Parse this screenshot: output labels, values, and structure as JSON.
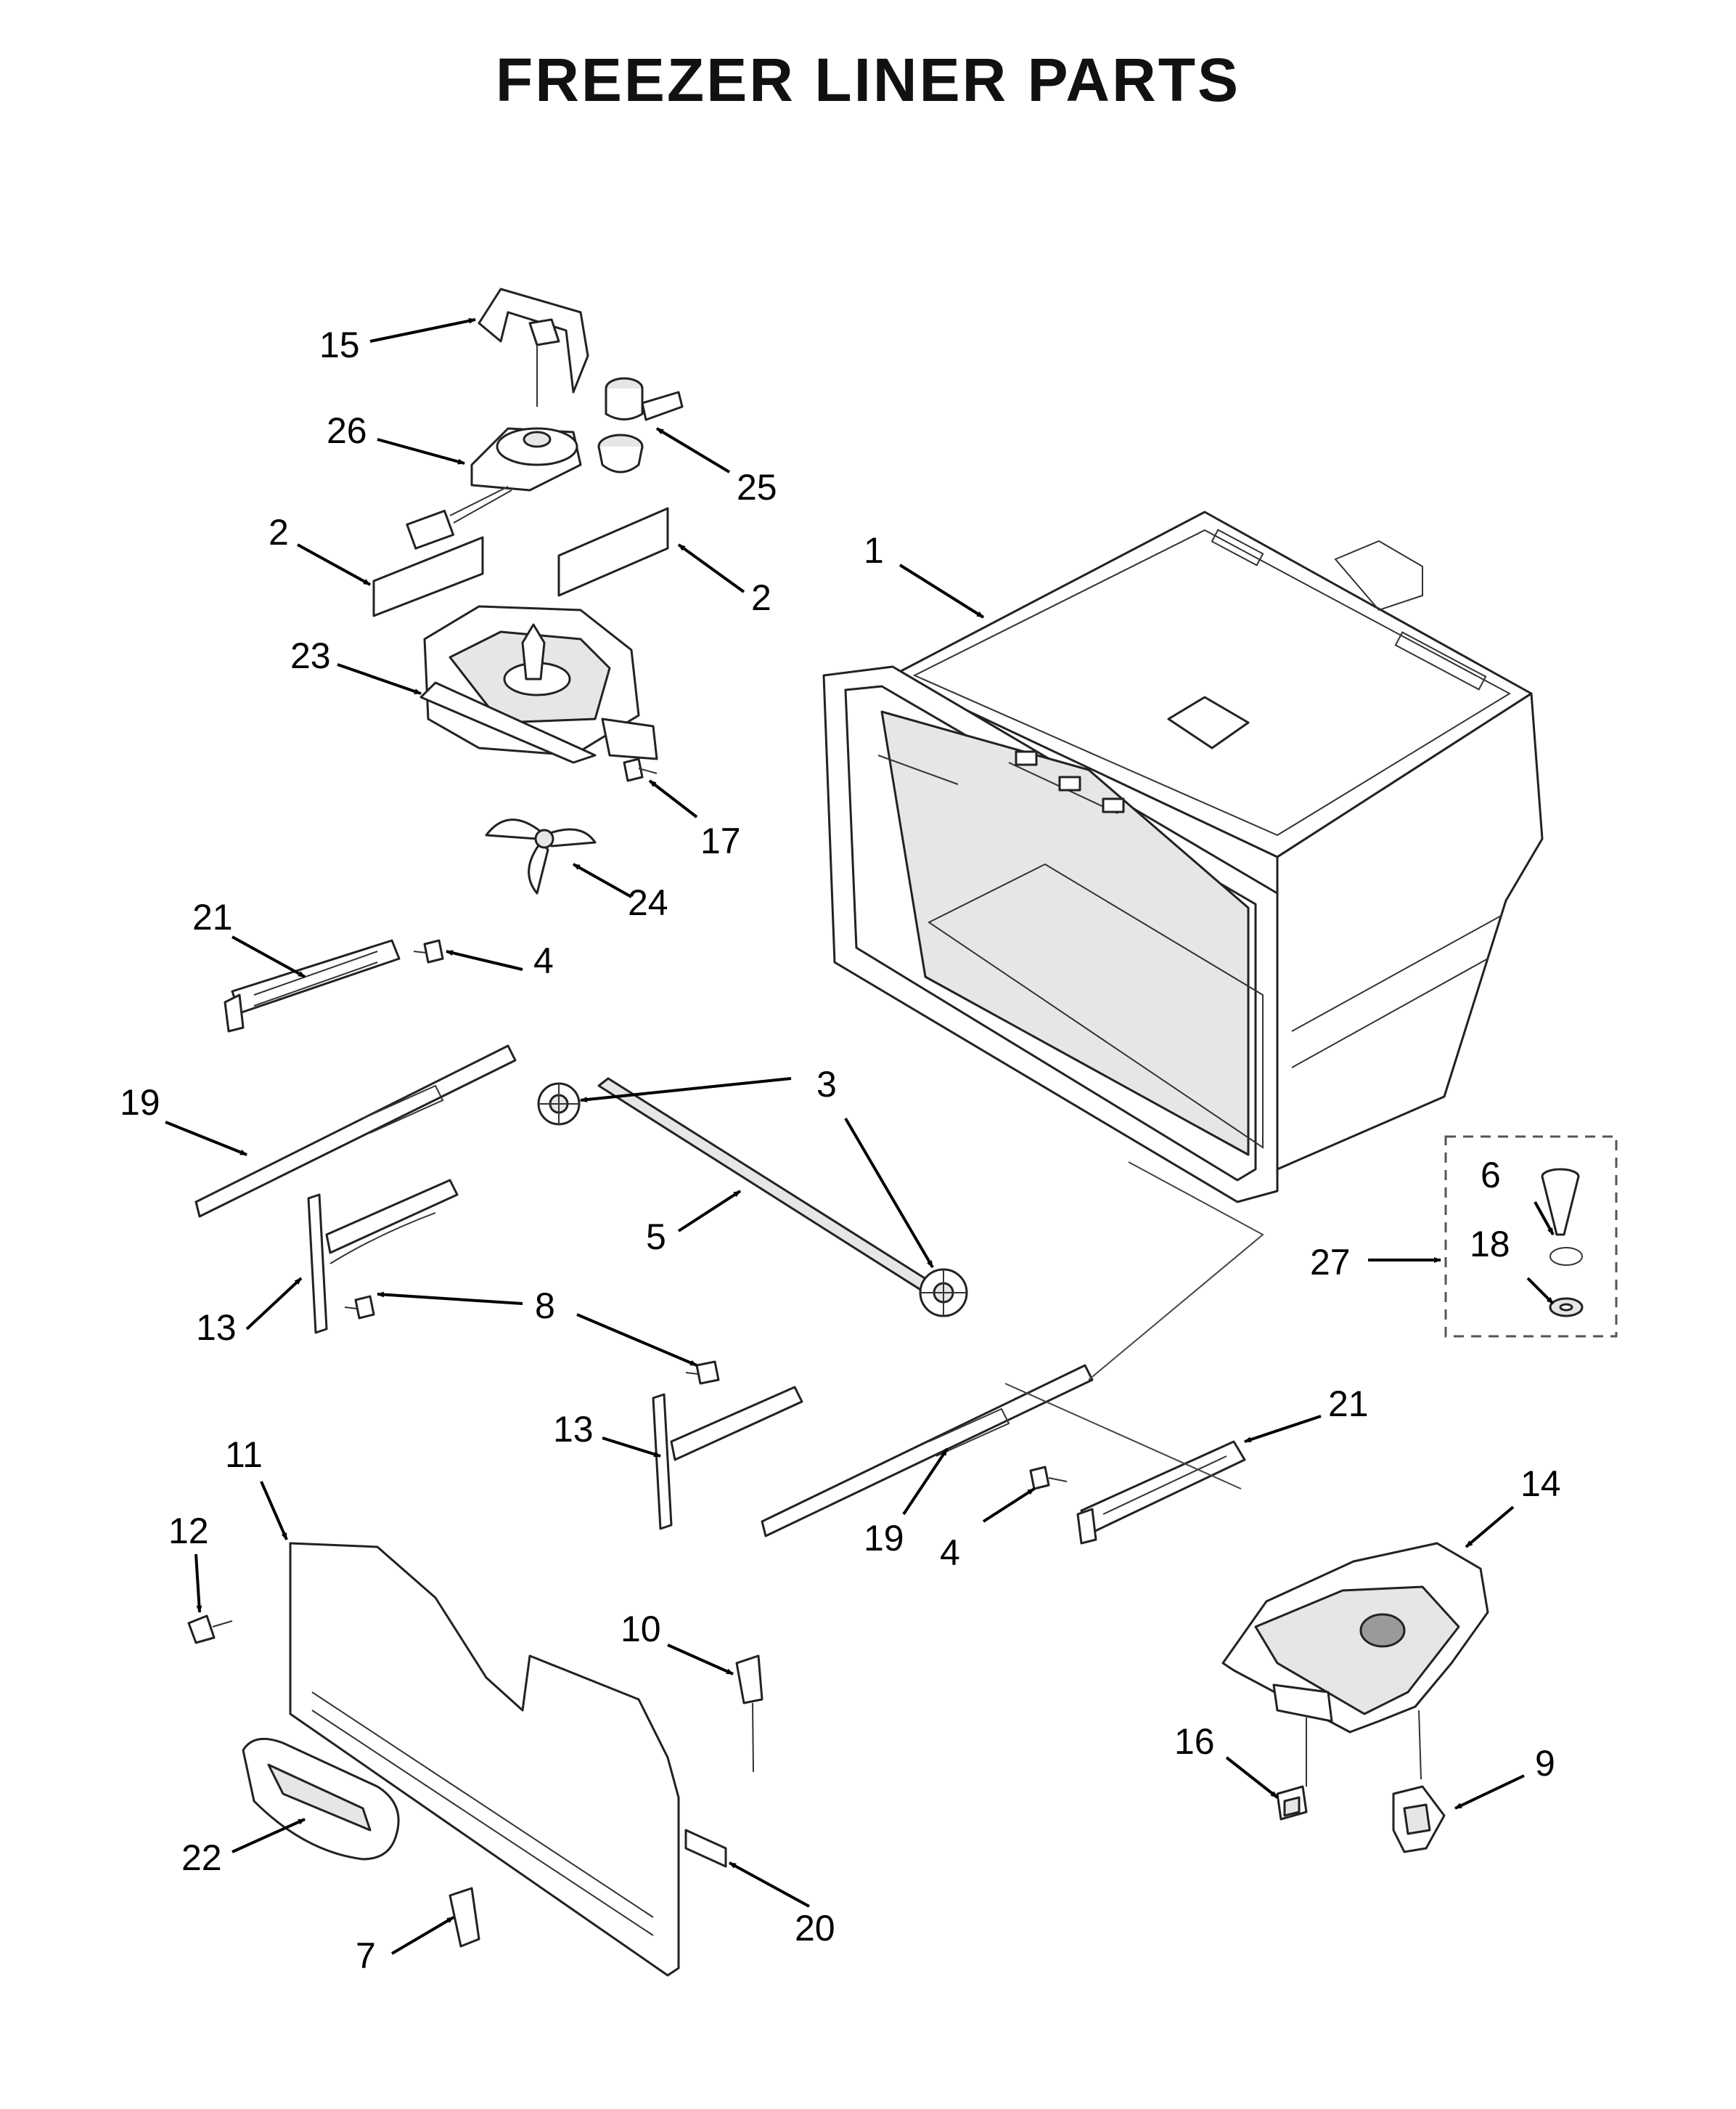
{
  "title": "FREEZER LINER PARTS",
  "callouts": [
    {
      "id": "c15a",
      "label": "15"
    },
    {
      "id": "c26a",
      "label": "26"
    },
    {
      "id": "c25a",
      "label": "25"
    },
    {
      "id": "c2a",
      "label": "2"
    },
    {
      "id": "c2b",
      "label": "2"
    },
    {
      "id": "c1a",
      "label": "1"
    },
    {
      "id": "c23a",
      "label": "23"
    },
    {
      "id": "c17a",
      "label": "17"
    },
    {
      "id": "c24a",
      "label": "24"
    },
    {
      "id": "c21a",
      "label": "21"
    },
    {
      "id": "c4a",
      "label": "4"
    },
    {
      "id": "c3a",
      "label": "3"
    },
    {
      "id": "c19a",
      "label": "19"
    },
    {
      "id": "c5a",
      "label": "5"
    },
    {
      "id": "c13a",
      "label": "13"
    },
    {
      "id": "c8a",
      "label": "8"
    },
    {
      "id": "c6a",
      "label": "6"
    },
    {
      "id": "c18a",
      "label": "18"
    },
    {
      "id": "c27a",
      "label": "27"
    },
    {
      "id": "c13b",
      "label": "13"
    },
    {
      "id": "c21b",
      "label": "21"
    },
    {
      "id": "c11a",
      "label": "11"
    },
    {
      "id": "c12a",
      "label": "12"
    },
    {
      "id": "c19b",
      "label": "19"
    },
    {
      "id": "c4b",
      "label": "4"
    },
    {
      "id": "c14a",
      "label": "14"
    },
    {
      "id": "c10a",
      "label": "10"
    },
    {
      "id": "c16a",
      "label": "16"
    },
    {
      "id": "c9a",
      "label": "9"
    },
    {
      "id": "c22a",
      "label": "22"
    },
    {
      "id": "c20a",
      "label": "20"
    },
    {
      "id": "c7a",
      "label": "7"
    }
  ]
}
